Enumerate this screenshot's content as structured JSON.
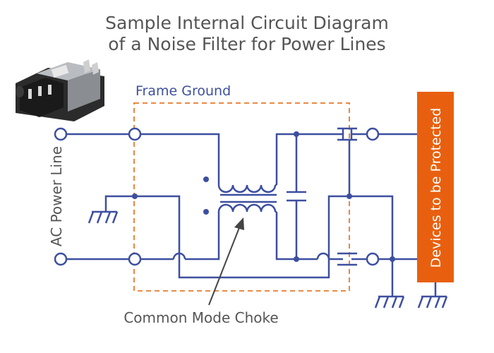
{
  "title": {
    "line1": "Sample Internal Circuit Diagram",
    "line2": "of a Noise Filter for Power Lines"
  },
  "labels": {
    "frame_ground": "Frame Ground",
    "ac_power_line": "AC Power Line",
    "devices_protected": "Devices to be Protected",
    "common_mode_choke": "Common Mode Choke"
  },
  "colors": {
    "wire": "#3d4fa0",
    "frame": "#e8792c",
    "devices_box": "#e8600f",
    "title_text": "#555555"
  },
  "icons": {
    "product_photo": "noise-filter-inlet-icon",
    "ground": "ground-icon",
    "arrow": "arrow-icon"
  }
}
